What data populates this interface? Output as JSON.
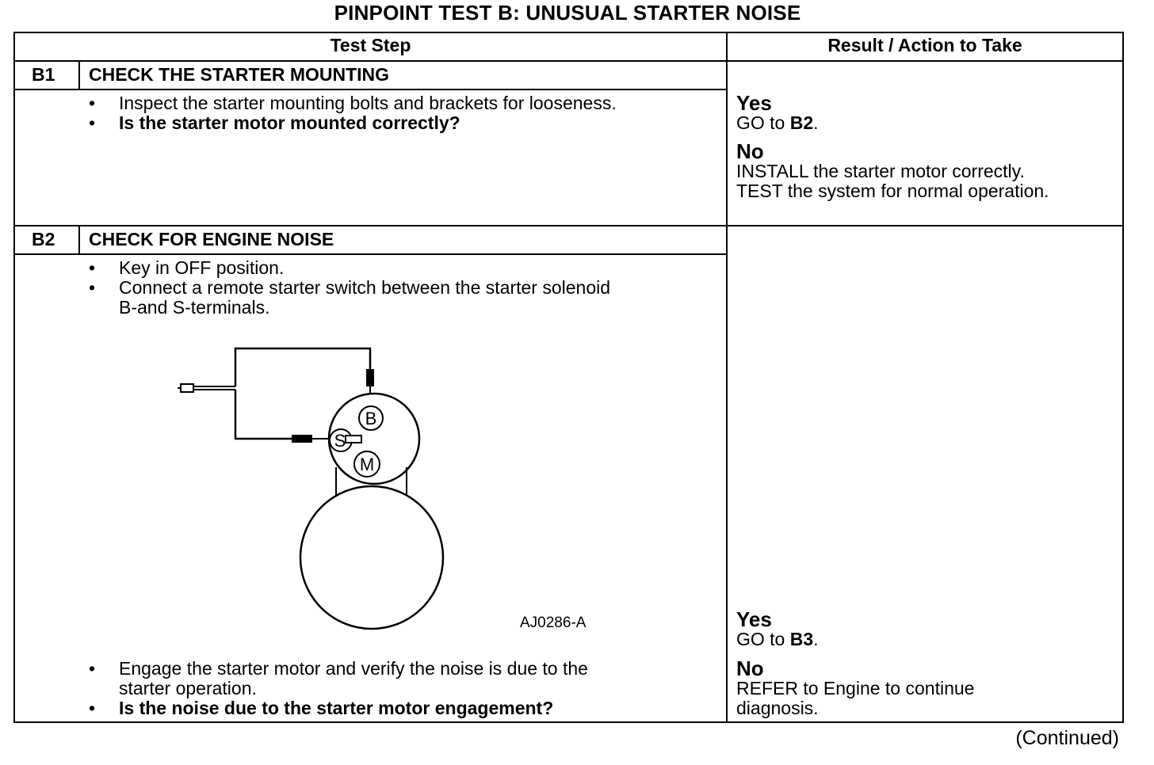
{
  "title": "PINPOINT TEST B: UNUSUAL STARTER NOISE",
  "header": {
    "test_step": "Test Step",
    "result_action": "Result / Action to Take"
  },
  "steps": [
    {
      "id": "B1",
      "heading": "CHECK THE STARTER MOUNTING",
      "bullets": [
        {
          "text": "Inspect the starter mounting bolts and brackets for looseness.",
          "bold": false
        },
        {
          "text": "Is the starter motor mounted correctly?",
          "bold": true
        }
      ],
      "yes_label": "Yes",
      "yes_action_prefix": "GO to ",
      "yes_action_target": "B2",
      "yes_action_suffix": ".",
      "no_label": "No",
      "no_action": "INSTALL the starter motor correctly.\nTEST the system for normal operation."
    },
    {
      "id": "B2",
      "heading": "CHECK FOR ENGINE NOISE",
      "bullets_top": [
        {
          "text": "Key in OFF position.",
          "bold": false
        },
        {
          "text": "Connect a remote starter switch between the starter solenoid",
          "bold": false,
          "cont": "B-and S-terminals."
        }
      ],
      "diagram": {
        "terminal_b": "B",
        "terminal_s": "S",
        "terminal_m": "M",
        "figure_id": "AJ0286-A"
      },
      "bullets_bottom": [
        {
          "text": "Engage the starter motor and verify the noise is due to the",
          "bold": false,
          "cont": "starter operation."
        },
        {
          "text": "Is the noise due to the starter motor engagement?",
          "bold": true
        }
      ],
      "yes_label": "Yes",
      "yes_action_prefix": "GO to ",
      "yes_action_target": "B3",
      "yes_action_suffix": ".",
      "no_label": "No",
      "no_action": "REFER to Engine to continue\ndiagnosis."
    }
  ],
  "footer": {
    "continued": "(Continued)"
  },
  "bullet_glyph": "•"
}
